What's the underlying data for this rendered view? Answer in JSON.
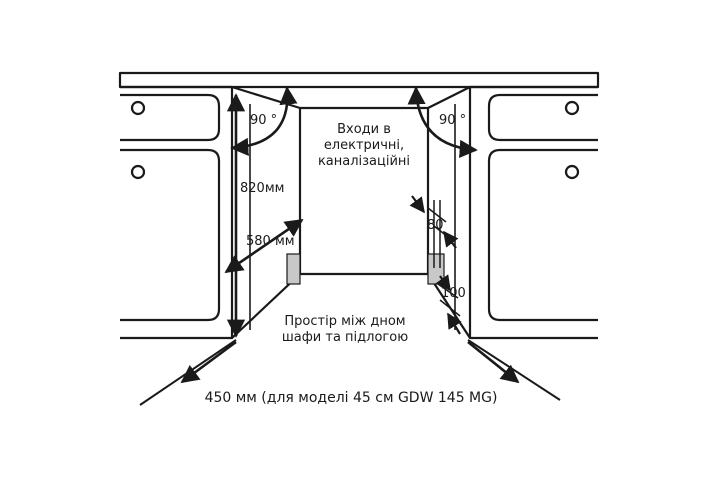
{
  "labels": {
    "angle_left": "90 °",
    "angle_right": "90 °",
    "height": "820мм",
    "depth": "580 мм",
    "inlets": [
      "Входи в",
      "електричні,",
      "каналізаційні"
    ],
    "dim_80": "80",
    "dim_100": "100",
    "floor_space": [
      "Простір між дном",
      "шафи та підлогою"
    ],
    "width": "450 мм (для моделі 45 см GDW 145 MG)"
  },
  "colors": {
    "line": "#1a1a1a",
    "shade": "#c8c8c8"
  }
}
